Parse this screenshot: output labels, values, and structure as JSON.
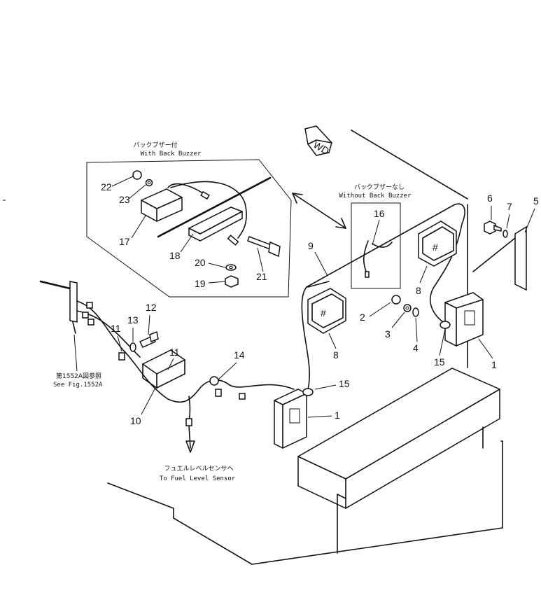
{
  "inset_with_buzzer": {
    "caption_jp": "バックブザー付",
    "caption_en": "With Back Buzzer"
  },
  "inset_without_buzzer": {
    "caption_jp": "バックブザーなし",
    "caption_en": "Without Back Buzzer"
  },
  "see_figure": {
    "caption_jp": "第1552A図参照",
    "caption_en": "See Fig.1552A"
  },
  "fuel_sensor": {
    "caption_jp": "フュエルレベルセンサヘ",
    "caption_en": "To Fuel Level Sensor"
  },
  "front_marker": {
    "text": "WD"
  },
  "part_numbers": {
    "p1": "1",
    "p2": "2",
    "p3": "3",
    "p4": "4",
    "p5": "5",
    "p6": "6",
    "p7": "7",
    "p8": "8",
    "p9": "9",
    "p10": "10",
    "p11": "11",
    "p12": "12",
    "p13": "13",
    "p14": "14",
    "p15": "15",
    "p16": "16",
    "p17": "17",
    "p18": "18",
    "p19": "19",
    "p20": "20",
    "p21": "21",
    "p22": "22",
    "p23": "23"
  },
  "colors": {
    "line": "#111111",
    "background": "#ffffff"
  }
}
